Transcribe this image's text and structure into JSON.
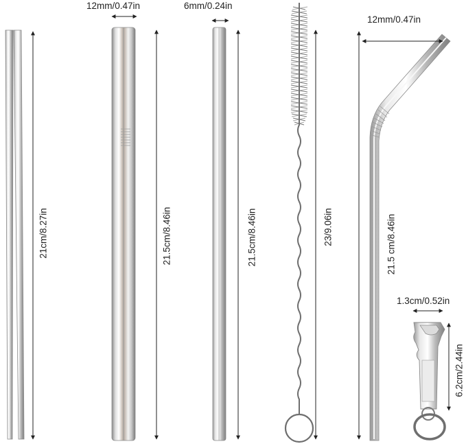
{
  "labels": {
    "straight_straw_width": "12mm/0.47in",
    "thin_straw_width": "6mm/0.24in",
    "bent_straw_width": "12mm/0.47in",
    "chopsticks_length": "21cm/8.27in",
    "straight_straw_length": "21.5cm/8.46in",
    "thin_straw_length": "21.5cm/8.46in",
    "brush_length": "23/9.06in",
    "bent_straw_length": "21.5 cm/8.46in",
    "opener_width": "1.3cm/0.52in",
    "opener_length": "6.2cm/2.44in"
  },
  "colors": {
    "background": "#ffffff",
    "steel_light": "#f4f4f4",
    "steel_mid": "#c9c9c9",
    "steel_dark": "#8e8e8e",
    "dimension_line": "#222222"
  }
}
